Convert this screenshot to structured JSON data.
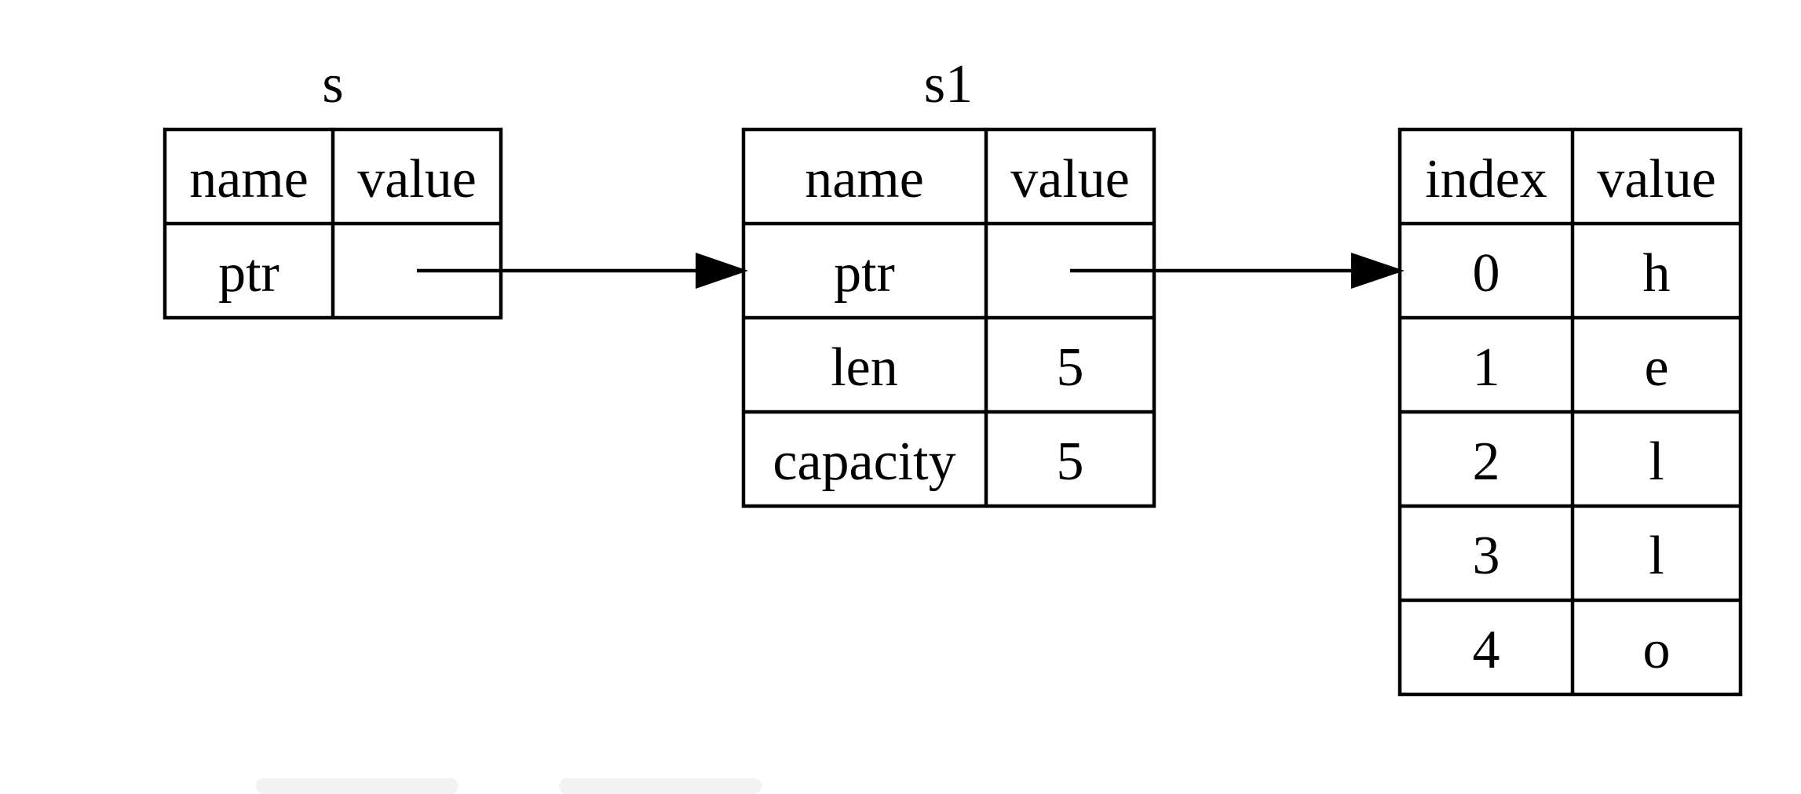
{
  "tables": {
    "s": {
      "title": "s",
      "headers": [
        "name",
        "value"
      ],
      "rows": [
        [
          "ptr",
          ""
        ]
      ]
    },
    "s1": {
      "title": "s1",
      "headers": [
        "name",
        "value"
      ],
      "rows": [
        [
          "ptr",
          ""
        ],
        [
          "len",
          "5"
        ],
        [
          "capacity",
          "5"
        ]
      ]
    },
    "heap": {
      "headers": [
        "index",
        "value"
      ],
      "rows": [
        [
          "0",
          "h"
        ],
        [
          "1",
          "e"
        ],
        [
          "2",
          "l"
        ],
        [
          "3",
          "l"
        ],
        [
          "4",
          "o"
        ]
      ]
    }
  },
  "arrows": [
    {
      "from": "s.ptr",
      "to": "s1"
    },
    {
      "from": "s1.ptr",
      "to": "heap"
    }
  ]
}
